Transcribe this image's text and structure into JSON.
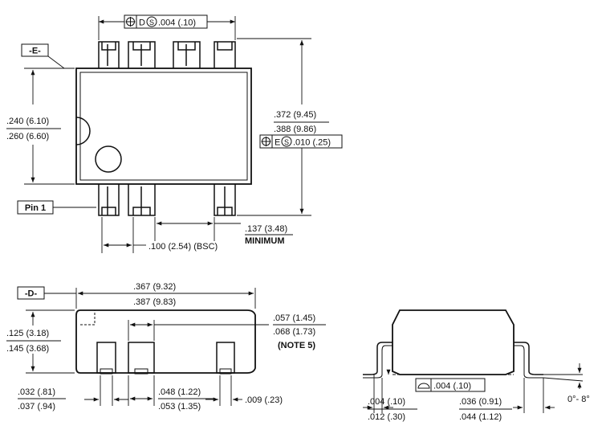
{
  "labels": {
    "datum_e": "-E-",
    "datum_d": "-D-",
    "pin1": "Pin 1",
    "minimum": "MINIMUM",
    "note5": "(NOTE 5)",
    "angle": "0°- 8°"
  },
  "frames": {
    "top_sym1": "D",
    "top_sym2": "S",
    "top_value": ".004 (.10)",
    "right_sym1": "E",
    "right_sym2": "S",
    "right_value": ".010 (.25)",
    "side_value": ".004 (.10)"
  },
  "dims": {
    "width_min": ".240 (6.10)",
    "width_max": ".260 (6.60)",
    "length_min": ".372 (9.45)",
    "length_max": ".388 (9.86)",
    "lead_span": ".137 (3.48)",
    "pitch": ".100 (2.54) (BSC)",
    "body_len_min": ".367 (9.32)",
    "body_len_max": ".387 (9.83)",
    "height_min": ".125 (3.18)",
    "height_max": ".145 (3.68)",
    "standoff_min": ".057 (1.45)",
    "standoff_max": ".068 (1.73)",
    "lead_w_min": ".032 (.81)",
    "lead_w_max": ".037 (.94)",
    "lead_w2_min": ".048 (1.22)",
    "lead_w2_max": ".053 (1.35)",
    "lead_tip": ".009 (.23)",
    "thick_min": ".004 (.10)",
    "thick_max": ".012 (.30)",
    "foot_min": ".036 (0.91)",
    "foot_max": ".044 (1.12)"
  }
}
